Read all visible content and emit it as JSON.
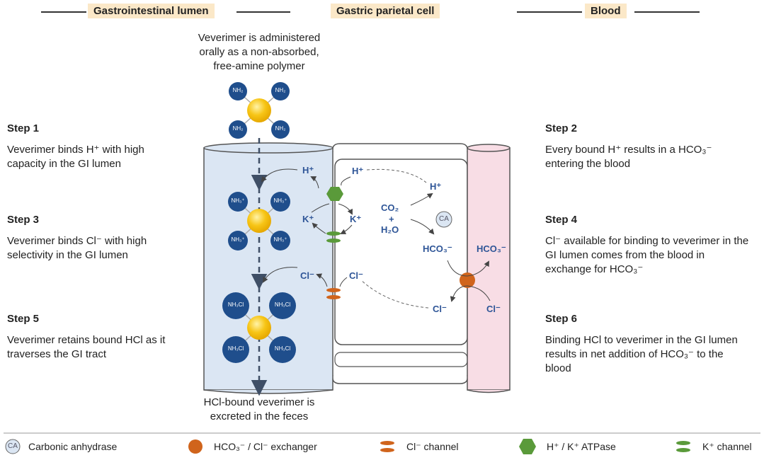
{
  "headers": {
    "lumen": "Gastrointestinal lumen",
    "cell": "Gastric parietal cell",
    "blood": "Blood"
  },
  "intro": {
    "line1": "Veverimer is administered",
    "line2": "orally as a non-absorbed,",
    "line3": "free-amine polymer"
  },
  "outro": {
    "line1": "HCl-bound veverimer is",
    "line2": "excreted in the feces"
  },
  "steps": [
    {
      "title": "Step 1",
      "text": "Veverimer binds H⁺ with high capacity in the GI lumen"
    },
    {
      "title": "Step 2",
      "text": "Every bound H⁺ results in a HCO₃⁻ entering the blood"
    },
    {
      "title": "Step 3",
      "text": "Veverimer binds Cl⁻ with high selectivity in the GI lumen"
    },
    {
      "title": "Step 4",
      "text": "Cl⁻ available for binding to veverimer in the GI lumen comes from the blood in exchange for HCO₃⁻"
    },
    {
      "title": "Step 5",
      "text": "Veverimer retains bound HCl as it traverses the GI tract"
    },
    {
      "title": "Step 6",
      "text": "Binding HCl to veverimer in the GI lumen results in net addition of HCO₃⁻ to the blood"
    }
  ],
  "molecules": {
    "nh2": "NH₂",
    "nh3": "NH₃⁺",
    "nh3cl": "NH₃Cl"
  },
  "ions": {
    "h_lumen": "H⁺",
    "h_cell": "H⁺",
    "h_product": "H⁺",
    "k_lumen": "K⁺",
    "k_cell": "K⁺",
    "co2": "CO₂",
    "plus": "+",
    "h2o": "H₂O",
    "ca": "CA",
    "hco3_cell": "HCO₃⁻",
    "hco3_blood": "HCO₃⁻",
    "cl_lumen": "Cl⁻",
    "cl_cell": "Cl⁻",
    "cl_cell_lower": "Cl⁻",
    "cl_blood": "Cl⁻"
  },
  "legend": {
    "ca_badge": "CA",
    "ca": "Carbonic anhydrase",
    "exchanger": "HCO₃⁻ / Cl⁻ exchanger",
    "cl_channel": "Cl⁻ channel",
    "atpase": "H⁺ / K⁺ ATPase",
    "k_channel": "K⁺ channel"
  },
  "colors": {
    "ion_text": "#2e5597",
    "lumen_fill": "#dbe6f3",
    "blood_fill": "#f8dde5",
    "molecule": "#1f4e8c",
    "core": "#f7c516",
    "atpase": "#5a9a3a",
    "exchanger": "#d0641c",
    "header_bg": "#fbe8c8"
  },
  "icons": [
    "hexagon-atpase-icon",
    "orange-circle-exchanger-icon",
    "double-pill-channel-icon",
    "ca-circle-icon"
  ]
}
